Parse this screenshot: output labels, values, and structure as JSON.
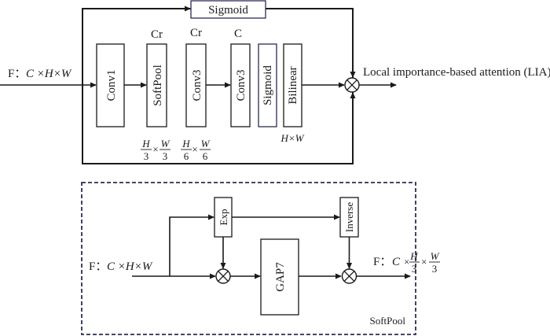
{
  "lia_module": {
    "input_label": "F：",
    "input_dims": "C ×H×W",
    "top_branch": {
      "sigmoid_label": "Sigmoid"
    },
    "blocks": [
      {
        "label": "Conv1",
        "channel": ""
      },
      {
        "label": "SoftPool",
        "channel": "Cr"
      },
      {
        "label": "Conv3",
        "channel": "Cr"
      },
      {
        "label": "Conv3",
        "channel": "C"
      },
      {
        "label": "Sigmoid",
        "channel": ""
      },
      {
        "label": "Bilinear",
        "channel": ""
      }
    ],
    "dims": {
      "softpool": {
        "num1": "H",
        "den1": "3",
        "num2": "W",
        "den2": "3",
        "times": "×"
      },
      "conv3": {
        "num1": "H",
        "den1": "6",
        "num2": "W",
        "den2": "6",
        "times": "×"
      },
      "bilinear": "H×W"
    },
    "output_label": "Local importance-based attention (LIA)",
    "operator_symbol": "⊗"
  },
  "softpool_module": {
    "title": "SoftPool",
    "input_label": "F：",
    "input_dims": "C ×H×W",
    "exp_label": "Exp",
    "inverse_label": "Inverse",
    "gap_label": "GAP7",
    "output_label": "F：",
    "output_dims": {
      "c": "C",
      "times": "×",
      "num1": "H",
      "den1": "3",
      "num2": "W",
      "den2": "3"
    }
  },
  "colors": {
    "stroke": "#1a1a1a",
    "accent_navy": "#2b2d52",
    "background": "#ffffff"
  }
}
